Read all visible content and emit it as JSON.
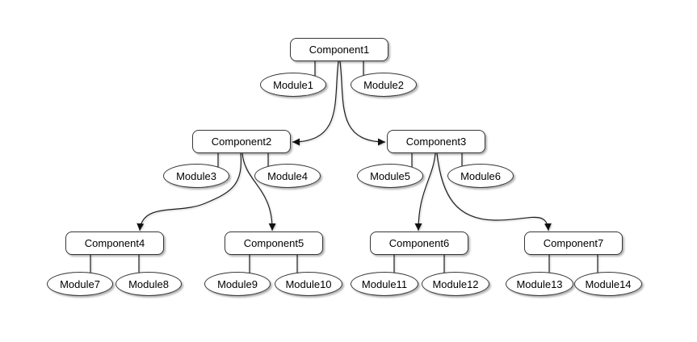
{
  "diagram": {
    "background_color": "#ffffff",
    "node_fill": "#ffffff",
    "node_border_color": "#373737",
    "text_color": "#000000",
    "edge_color": "#1d1d1d",
    "components": [
      {
        "id": "component1",
        "label": "Component1"
      },
      {
        "id": "component2",
        "label": "Component2"
      },
      {
        "id": "component3",
        "label": "Component3"
      },
      {
        "id": "component4",
        "label": "Component4"
      },
      {
        "id": "component5",
        "label": "Component5"
      },
      {
        "id": "component6",
        "label": "Component6"
      },
      {
        "id": "component7",
        "label": "Component7"
      }
    ],
    "modules": [
      {
        "id": "module1",
        "label": "Module1"
      },
      {
        "id": "module2",
        "label": "Module2"
      },
      {
        "id": "module3",
        "label": "Module3"
      },
      {
        "id": "module4",
        "label": "Module4"
      },
      {
        "id": "module5",
        "label": "Module5"
      },
      {
        "id": "module6",
        "label": "Module6"
      },
      {
        "id": "module7",
        "label": "Module7"
      },
      {
        "id": "module8",
        "label": "Module8"
      },
      {
        "id": "module9",
        "label": "Module9"
      },
      {
        "id": "module10",
        "label": "Module10"
      },
      {
        "id": "module11",
        "label": "Module11"
      },
      {
        "id": "module12",
        "label": "Module12"
      },
      {
        "id": "module13",
        "label": "Module13"
      },
      {
        "id": "module14",
        "label": "Module14"
      }
    ],
    "edges": [
      {
        "from": "component1",
        "to": "module1",
        "style": "line"
      },
      {
        "from": "component1",
        "to": "module2",
        "style": "line"
      },
      {
        "from": "component1",
        "to": "component2",
        "style": "arrow"
      },
      {
        "from": "component1",
        "to": "component3",
        "style": "arrow"
      },
      {
        "from": "component2",
        "to": "module3",
        "style": "line"
      },
      {
        "from": "component2",
        "to": "module4",
        "style": "line"
      },
      {
        "from": "component2",
        "to": "component4",
        "style": "arrow"
      },
      {
        "from": "component2",
        "to": "component5",
        "style": "arrow"
      },
      {
        "from": "component3",
        "to": "module5",
        "style": "line"
      },
      {
        "from": "component3",
        "to": "module6",
        "style": "line"
      },
      {
        "from": "component3",
        "to": "component6",
        "style": "arrow"
      },
      {
        "from": "component3",
        "to": "component7",
        "style": "arrow"
      },
      {
        "from": "component4",
        "to": "module7",
        "style": "line"
      },
      {
        "from": "component4",
        "to": "module8",
        "style": "line"
      },
      {
        "from": "component5",
        "to": "module9",
        "style": "line"
      },
      {
        "from": "component5",
        "to": "module10",
        "style": "line"
      },
      {
        "from": "component6",
        "to": "module11",
        "style": "line"
      },
      {
        "from": "component6",
        "to": "module12",
        "style": "line"
      },
      {
        "from": "component7",
        "to": "module13",
        "style": "line"
      },
      {
        "from": "component7",
        "to": "module14",
        "style": "line"
      }
    ]
  }
}
